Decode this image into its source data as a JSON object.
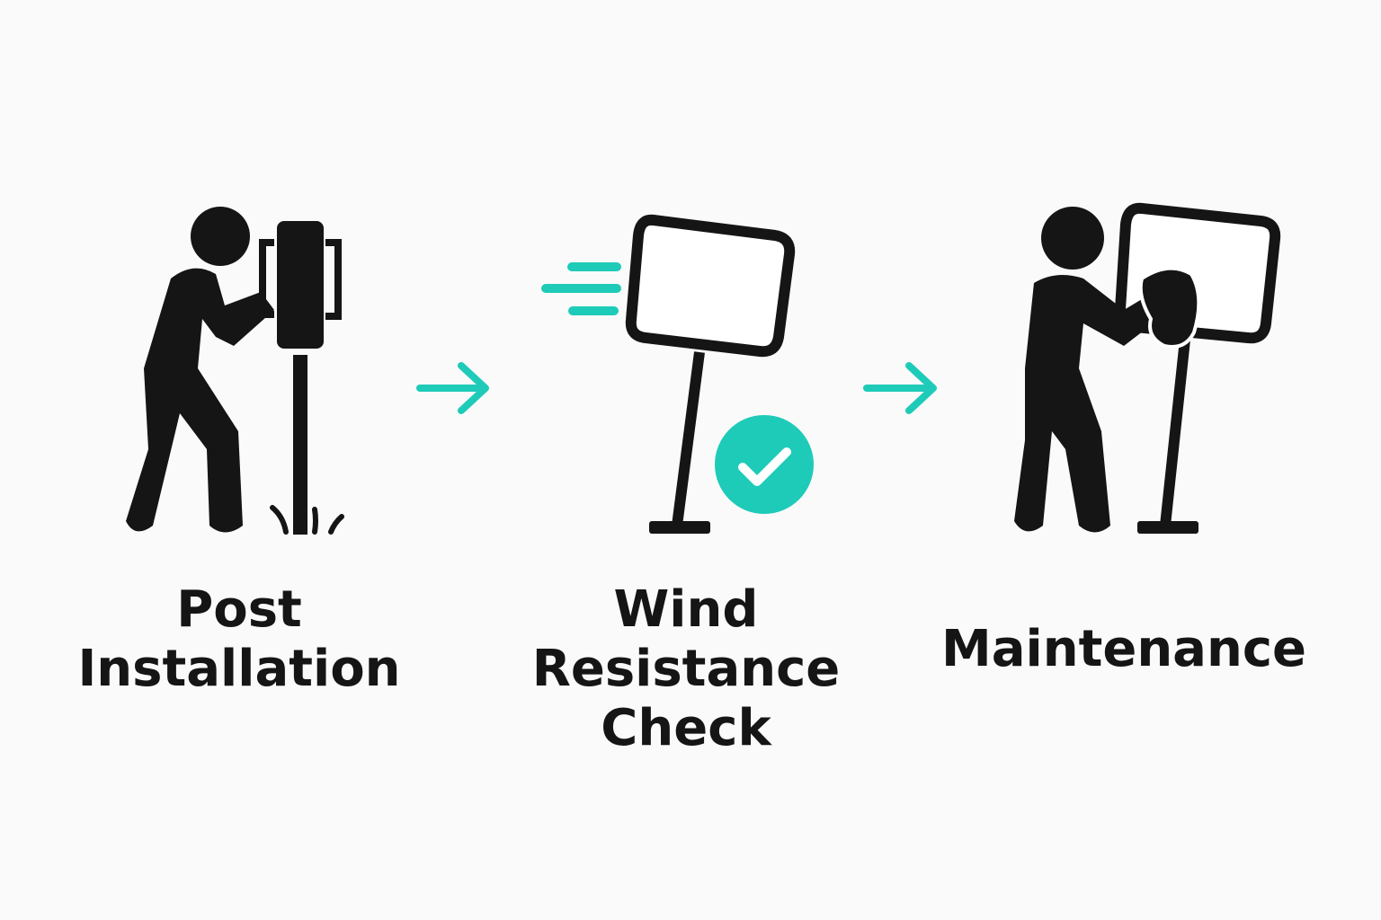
{
  "steps": [
    {
      "label_lines": [
        "Post",
        "Installation"
      ],
      "icon": "person-installing-post-icon"
    },
    {
      "label_lines": [
        "Wind",
        "Resistance",
        "Check"
      ],
      "icon": "sign-wind-check-icon"
    },
    {
      "label_lines": [
        "Maintenance"
      ],
      "icon": "person-cleaning-sign-icon"
    }
  ],
  "arrows": [
    "arrow-right-icon",
    "arrow-right-icon"
  ],
  "colors": {
    "accent": "#1ecbb8",
    "ink": "#151515",
    "background": "#fafafa"
  }
}
